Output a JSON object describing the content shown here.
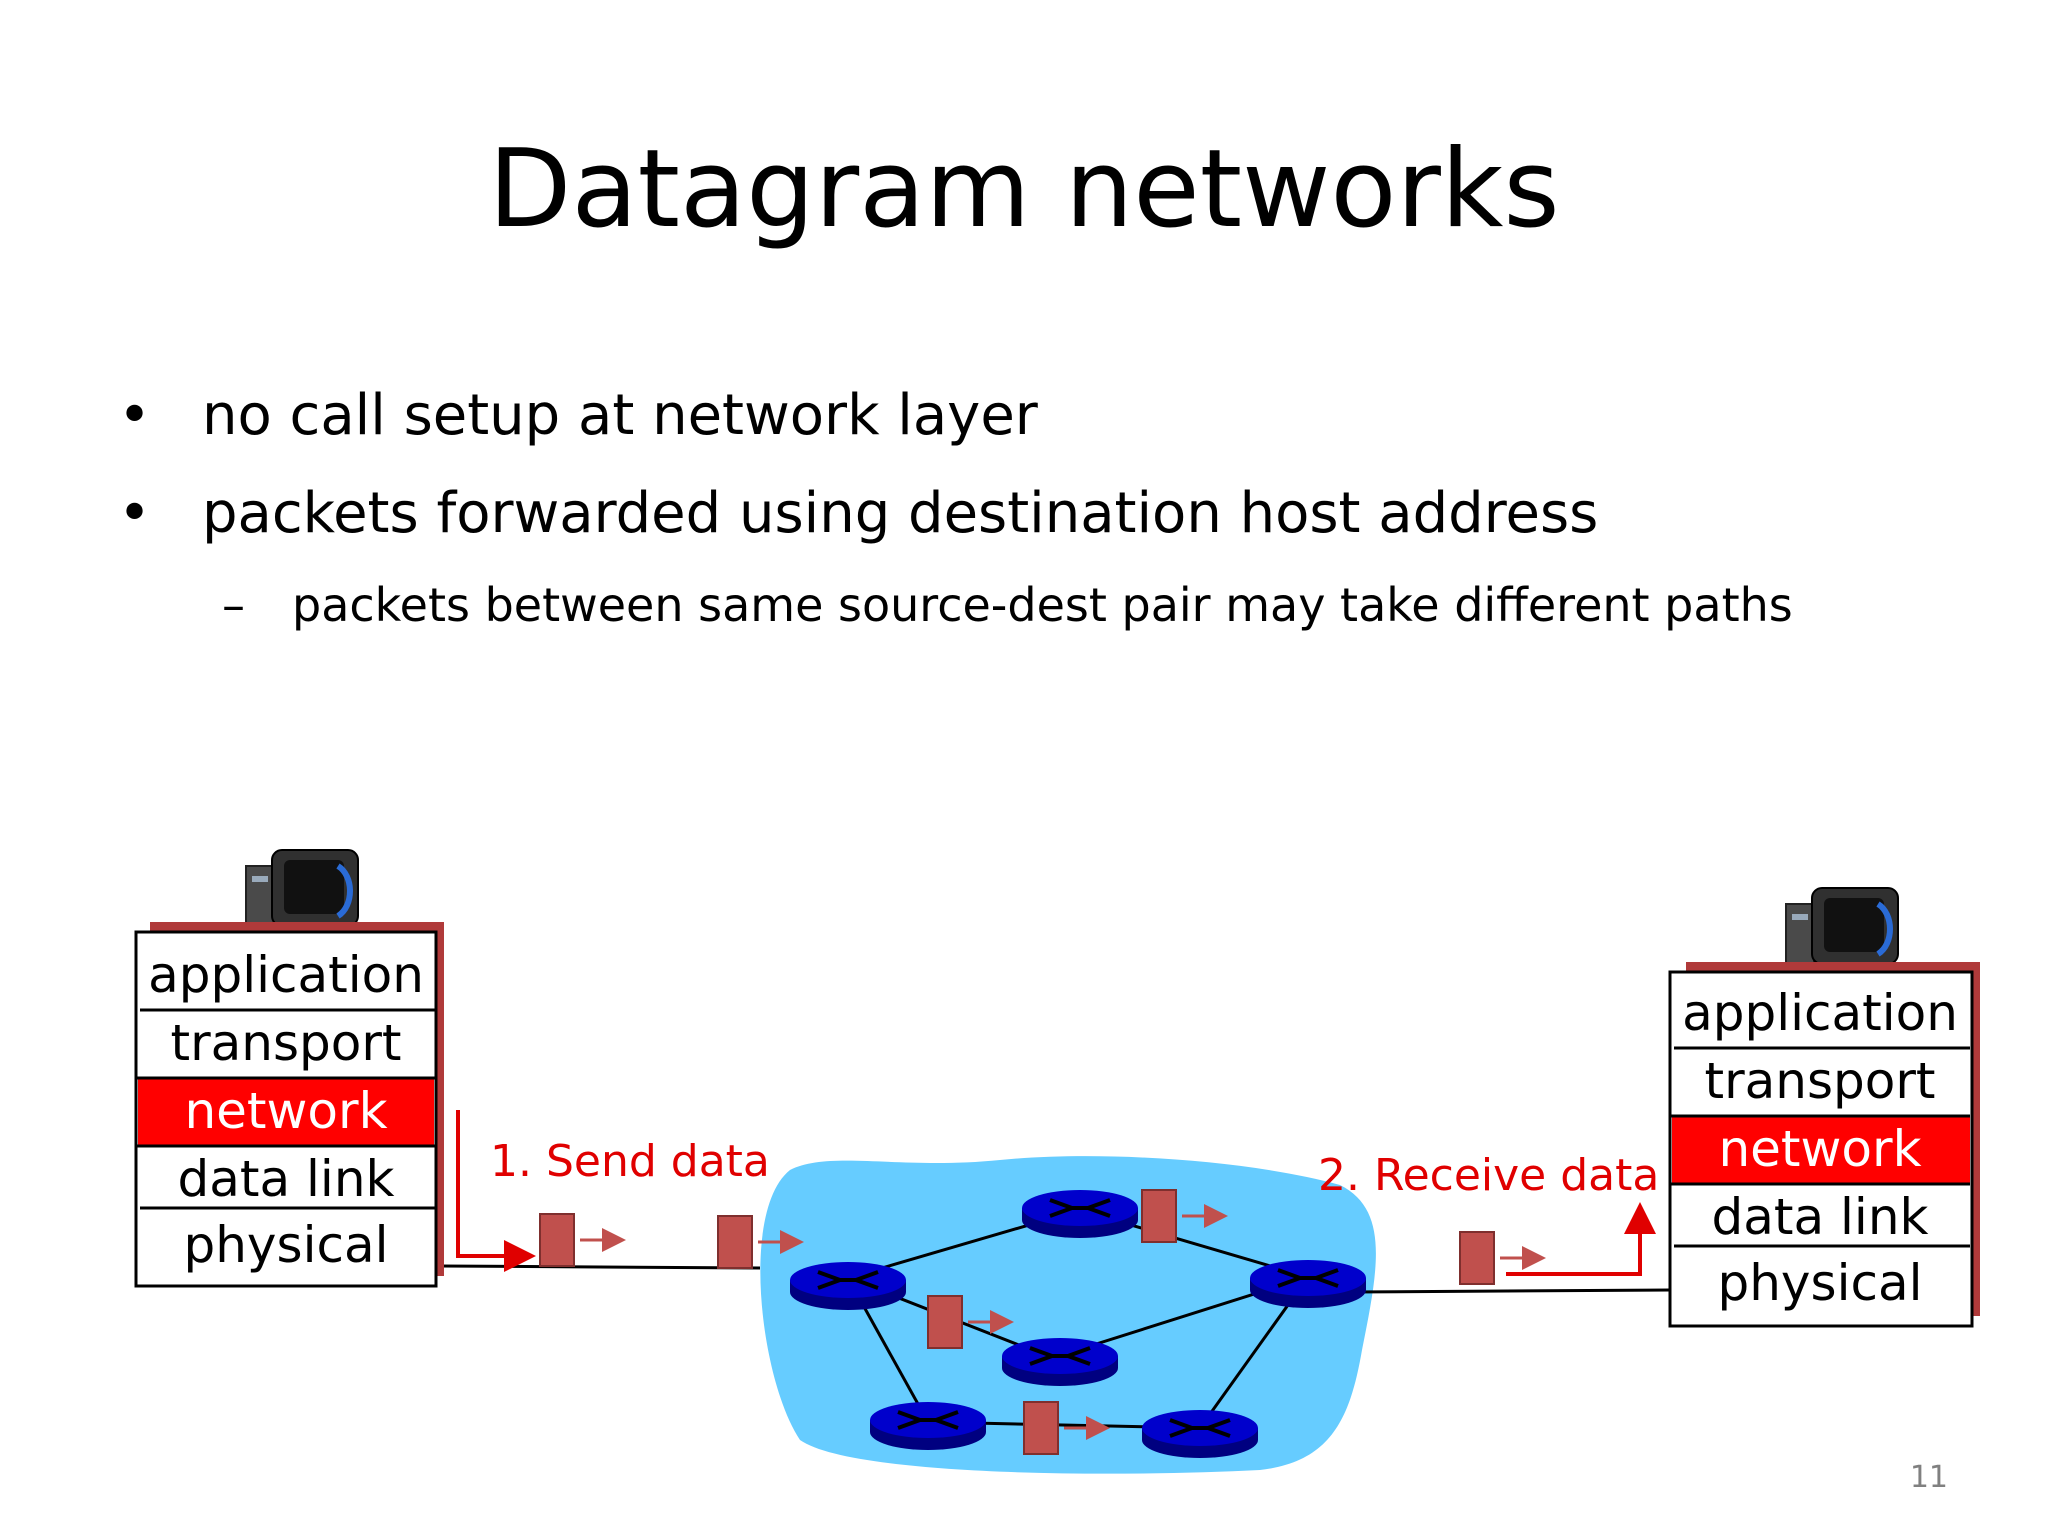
{
  "slide": {
    "title": "Datagram networks",
    "page_number": "11"
  },
  "bullets": [
    "no call setup at network layer",
    "packets forwarded using destination host address"
  ],
  "sub_bullets": [
    "packets between same source-dest pair may take different paths"
  ],
  "bullet_mark": "•",
  "sub_mark": "–",
  "diagram": {
    "left_stack": [
      "application",
      "transport",
      "network",
      "data link",
      "physical"
    ],
    "right_stack": [
      "application",
      "transport",
      "network",
      "data link",
      "physical"
    ],
    "highlighted_layer": "network",
    "send_label": "1. Send data",
    "receive_label": "2. Receive data",
    "colors": {
      "highlight": "#ff0000",
      "annotation": "#e00000",
      "cloud": "#66ccff",
      "router": "#0000cc",
      "packet": "#c0504d",
      "shadow": "#b03a3a"
    }
  }
}
